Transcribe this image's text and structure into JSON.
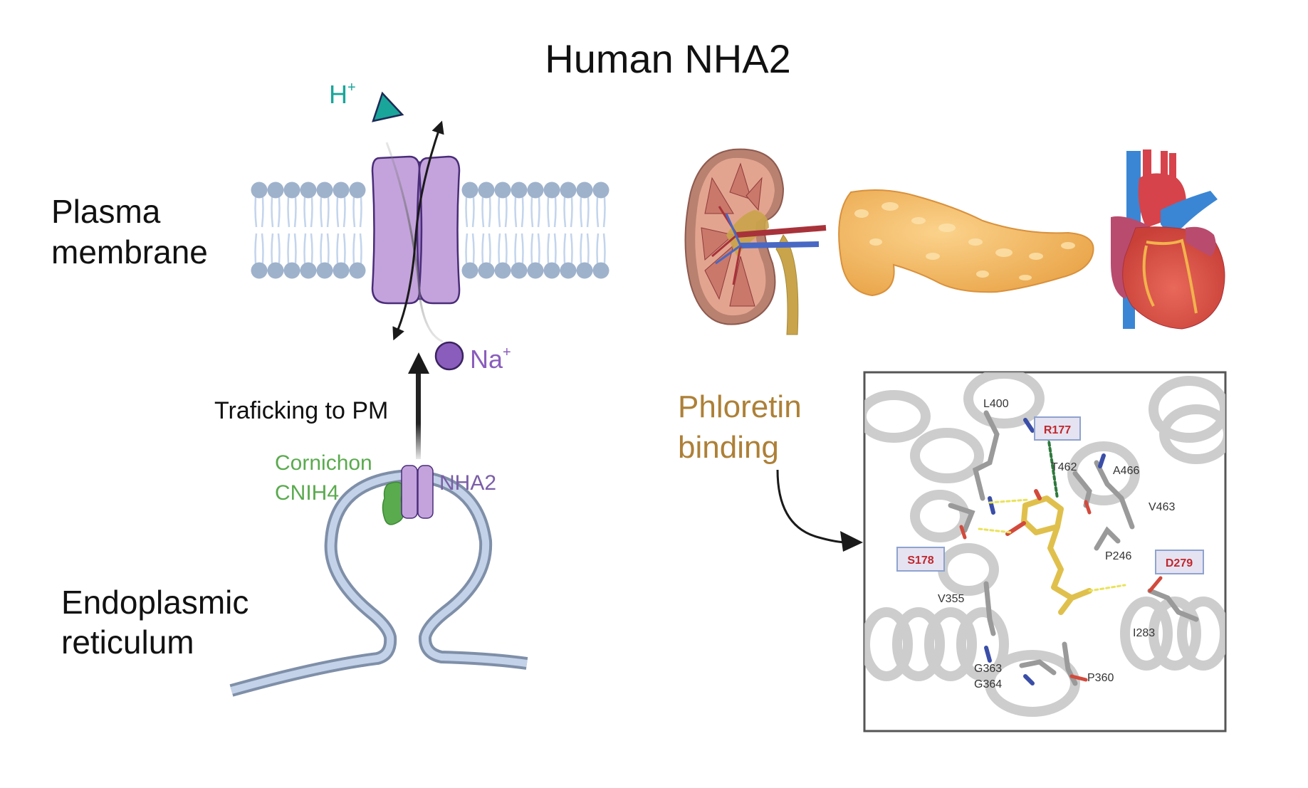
{
  "title": "Human NHA2",
  "left_panel": {
    "plasma_membrane_label": [
      "Plasma",
      "membrane"
    ],
    "er_label": [
      "Endoplasmic",
      "reticulum"
    ],
    "h_ion": {
      "symbol": "H",
      "charge": "+"
    },
    "na_ion": {
      "symbol": "Na",
      "charge": "+"
    },
    "trafficking_label": "Traficking to PM",
    "cornichon_label": [
      "Cornichon",
      "CNIH4"
    ],
    "nha2_label": "NHA2"
  },
  "organs": [
    "kidney",
    "pancreas",
    "heart"
  ],
  "binding_panel": {
    "label": [
      "Phloretin",
      "binding"
    ],
    "key_residues": [
      "R177",
      "S178",
      "D279"
    ],
    "residues": [
      "L400",
      "T462",
      "A466",
      "V463",
      "P246",
      "V355",
      "I283",
      "G363",
      "G364",
      "P360"
    ]
  },
  "colors": {
    "h_ion": "#1aa59b",
    "na_ion": "#8a5dbd",
    "protein": "#c4a3dd",
    "protein_outline": "#4a2d78",
    "membrane_head": "#9fb2cc",
    "membrane_tail": "#c3d4ec",
    "cornichon": "#5aaa4e",
    "nha2_text": "#7b5ea7",
    "phloretin_text": "#ad8037",
    "key_residue_text": "#c0272d",
    "key_residue_box": "#e5e3f1"
  }
}
